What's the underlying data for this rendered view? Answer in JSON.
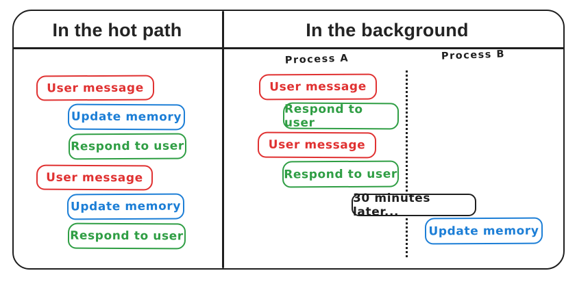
{
  "panels": {
    "hot_path": {
      "title": "In the hot path",
      "nodes": [
        {
          "label": "User message",
          "color": "red"
        },
        {
          "label": "Update memory",
          "color": "blue"
        },
        {
          "label": "Respond to user",
          "color": "green"
        },
        {
          "label": "User message",
          "color": "red"
        },
        {
          "label": "Update memory",
          "color": "blue"
        },
        {
          "label": "Respond to user",
          "color": "green"
        }
      ]
    },
    "background": {
      "title": "In the background",
      "process_a_label": "Process A",
      "process_b_label": "Process B",
      "process_a_nodes": [
        {
          "label": "User message",
          "color": "red"
        },
        {
          "label": "Respond to user",
          "color": "green"
        },
        {
          "label": "User message",
          "color": "red"
        },
        {
          "label": "Respond to user",
          "color": "green"
        }
      ],
      "timer_label": "30 minutes later...",
      "process_b_nodes": [
        {
          "label": "Update memory",
          "color": "blue"
        }
      ]
    }
  },
  "colors": {
    "red": "#e03131",
    "blue": "#1c7ed6",
    "green": "#2f9e44",
    "black": "#1e1e1e",
    "background": "#ffffff"
  }
}
